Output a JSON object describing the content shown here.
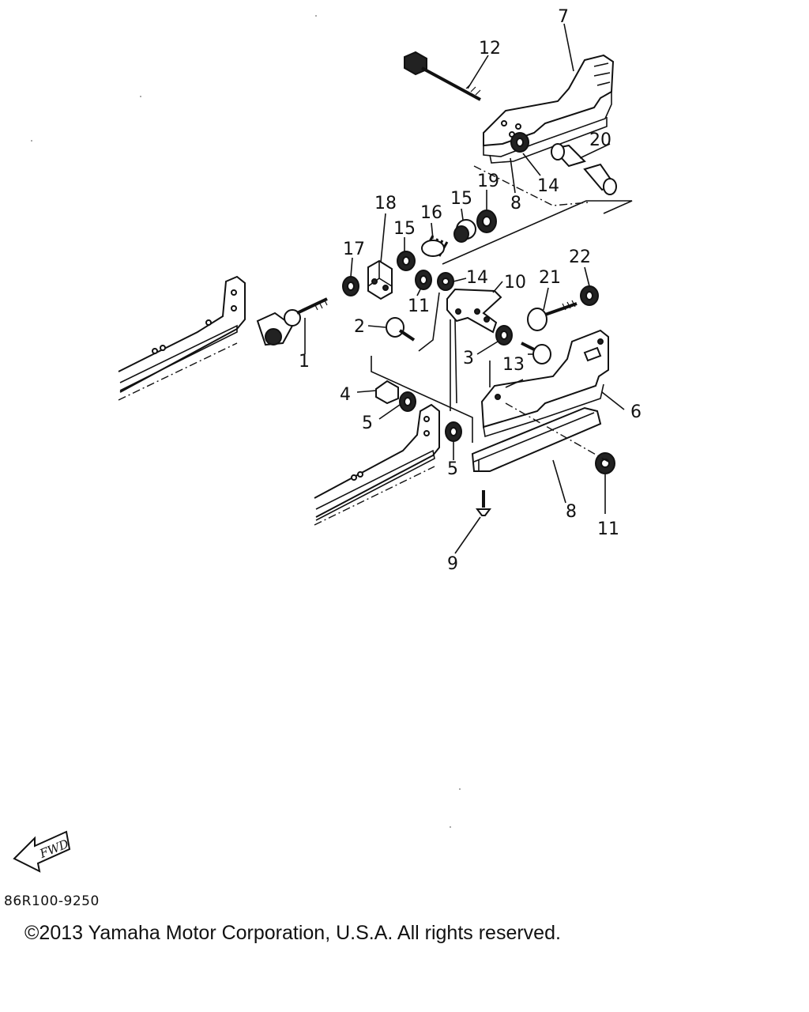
{
  "diagram": {
    "callouts": {
      "c1": "1",
      "c2": "2",
      "c3": "3",
      "c4": "4",
      "c5a": "5",
      "c5b": "5",
      "c6": "6",
      "c7": "7",
      "c8a": "8",
      "c8b": "8",
      "c9": "9",
      "c10": "10",
      "c11a": "11",
      "c11b": "11",
      "c12": "12",
      "c13": "13",
      "c14a": "14",
      "c14b": "14",
      "c15a": "15",
      "c15b": "15",
      "c16": "16",
      "c17": "17",
      "c18": "18",
      "c19": "19",
      "c20": "20",
      "c21": "21",
      "c22": "22"
    },
    "fwd_label": "FWD",
    "fwd_icon": "fwd-arrow-icon"
  },
  "footer": {
    "doc_code": "86R100-9250",
    "copyright": "©2013 Yamaha Motor Corporation, U.S.A. All rights reserved."
  }
}
